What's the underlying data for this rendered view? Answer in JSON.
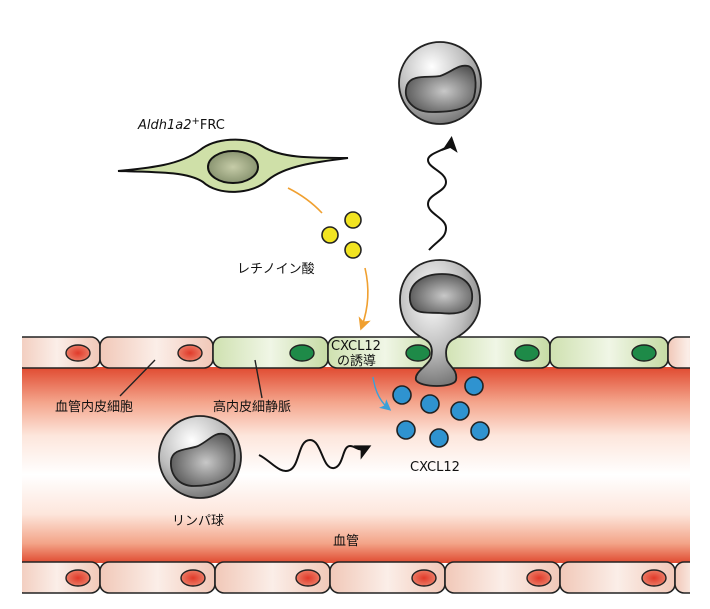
{
  "diagram": {
    "title": "Lymphocyte homing across high endothelial venule",
    "labels": {
      "frc": {
        "gene": "Aldh1a2",
        "superscript": "+",
        "suffix": "FRC"
      },
      "retinoic_acid": "レチノイン酸",
      "cxcl12_induction_line1": "CXCL12",
      "cxcl12_induction_line2": "の誘導",
      "vascular_endothelial_cell": "血管内皮細胞",
      "high_endothelial_venule": "高内皮細静脈",
      "cxcl12": "CXCL12",
      "lymphocyte": "リンパ球",
      "blood_vessel": "血管"
    },
    "colors": {
      "frc_body": "#cfe0a8",
      "frc_nucleus": "#8f9a78",
      "retinoic_acid_dot": "#f2e421",
      "arrow_orange": "#f0a030",
      "arrow_blue": "#3aa0d8",
      "cxcl12_dot": "#2f93d0",
      "endothelial_cell": "#f6d8cc",
      "endothelial_nucleus": "#e0523c",
      "hev_cell": "#d8e8c0",
      "hev_nucleus": "#1e8a48",
      "vessel_red": "#e04a30",
      "outline": "#222222"
    },
    "top_row_cells": [
      "endothelial",
      "endothelial",
      "hev",
      "hev",
      "hev",
      "hev",
      "endothelial"
    ],
    "bottom_row_cells": [
      "endothelial",
      "endothelial",
      "endothelial",
      "endothelial",
      "endothelial",
      "endothelial",
      "endothelial"
    ]
  }
}
